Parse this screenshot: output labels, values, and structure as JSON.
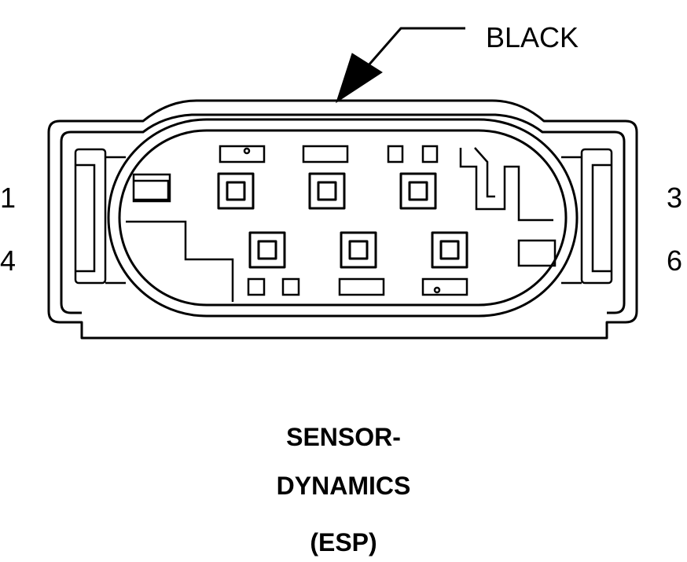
{
  "callout": {
    "color_label": "BLACK"
  },
  "pin_labels": {
    "top_left": "1",
    "top_right": "3",
    "bottom_left": "4",
    "bottom_right": "6"
  },
  "title": {
    "line1": "SENSOR-",
    "line2": "DYNAMICS",
    "line3": "(ESP)"
  },
  "connector_color": "#000000",
  "terminal_count": 6
}
